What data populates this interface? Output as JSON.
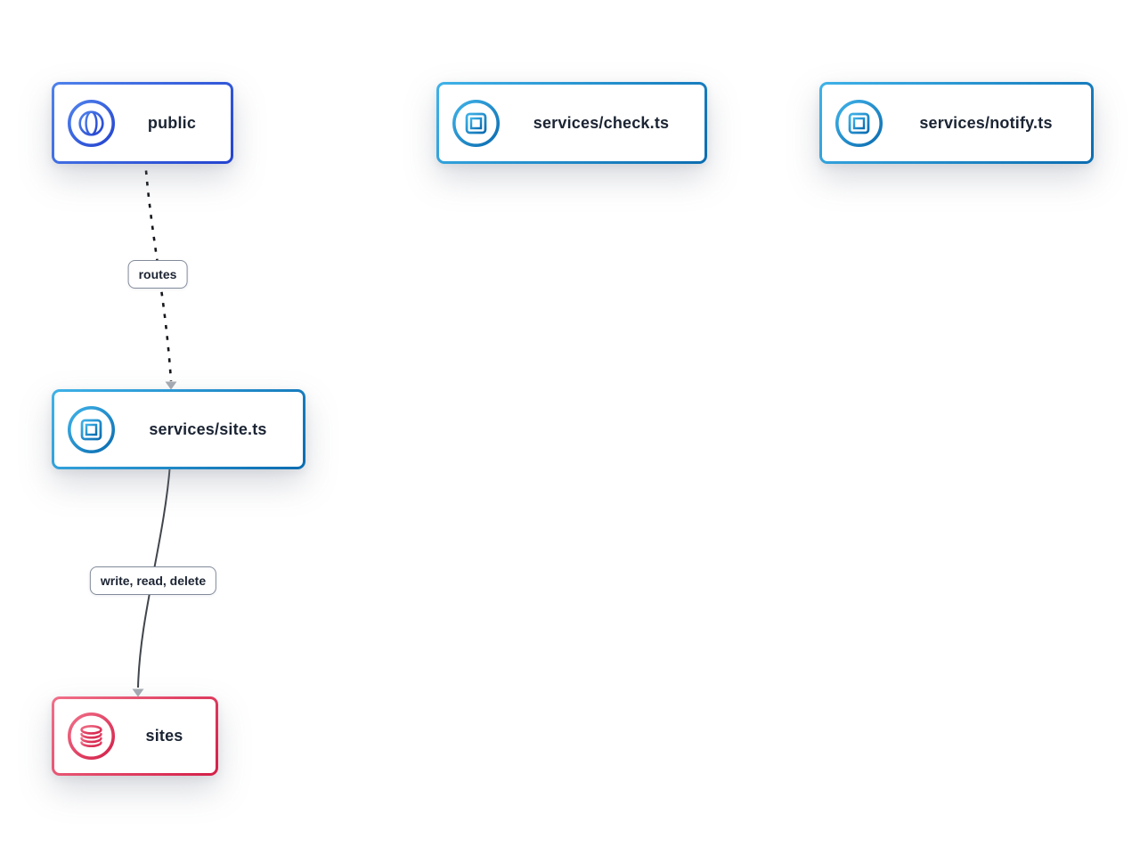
{
  "diagram": {
    "nodes": [
      {
        "id": "public",
        "label": "public",
        "icon": "globe-icon",
        "type": "gateway",
        "colors": {
          "from": "#4f82ec",
          "to": "#2443cf"
        }
      },
      {
        "id": "check",
        "label": "services/check.ts",
        "icon": "chip-icon",
        "type": "service",
        "colors": {
          "from": "#3fb2e8",
          "to": "#0b6cb0"
        }
      },
      {
        "id": "notify",
        "label": "services/notify.ts",
        "icon": "chip-icon",
        "type": "service",
        "colors": {
          "from": "#3fb2e8",
          "to": "#0b6cb0"
        }
      },
      {
        "id": "site",
        "label": "services/site.ts",
        "icon": "chip-icon",
        "type": "service",
        "colors": {
          "from": "#3fb2e8",
          "to": "#0b6cb0"
        }
      },
      {
        "id": "sites",
        "label": "sites",
        "icon": "database-icon",
        "type": "database",
        "colors": {
          "from": "#f17089",
          "to": "#d41f48"
        }
      }
    ],
    "edges": [
      {
        "from": "public",
        "to": "site",
        "label": "routes",
        "style": "dashed",
        "line_color": "#15171c",
        "arrow_color": "#a6abb3"
      },
      {
        "from": "site",
        "to": "sites",
        "label": "write, read, delete",
        "style": "solid",
        "line_color": "#41464c",
        "arrow_color": "#a6abb3"
      }
    ]
  }
}
